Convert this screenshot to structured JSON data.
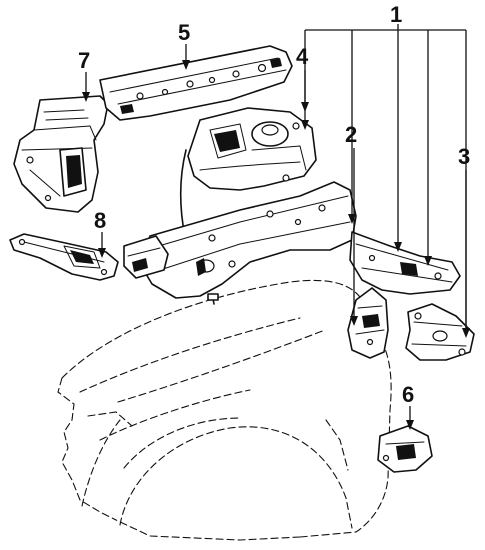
{
  "callouts": [
    {
      "id": "1",
      "label": "1"
    },
    {
      "id": "2",
      "label": "2"
    },
    {
      "id": "3",
      "label": "3"
    },
    {
      "id": "4",
      "label": "4"
    },
    {
      "id": "5",
      "label": "5"
    },
    {
      "id": "6",
      "label": "6"
    },
    {
      "id": "7",
      "label": "7"
    },
    {
      "id": "8",
      "label": "8"
    }
  ],
  "colors": {
    "ink": "#111111",
    "background": "#ffffff"
  }
}
